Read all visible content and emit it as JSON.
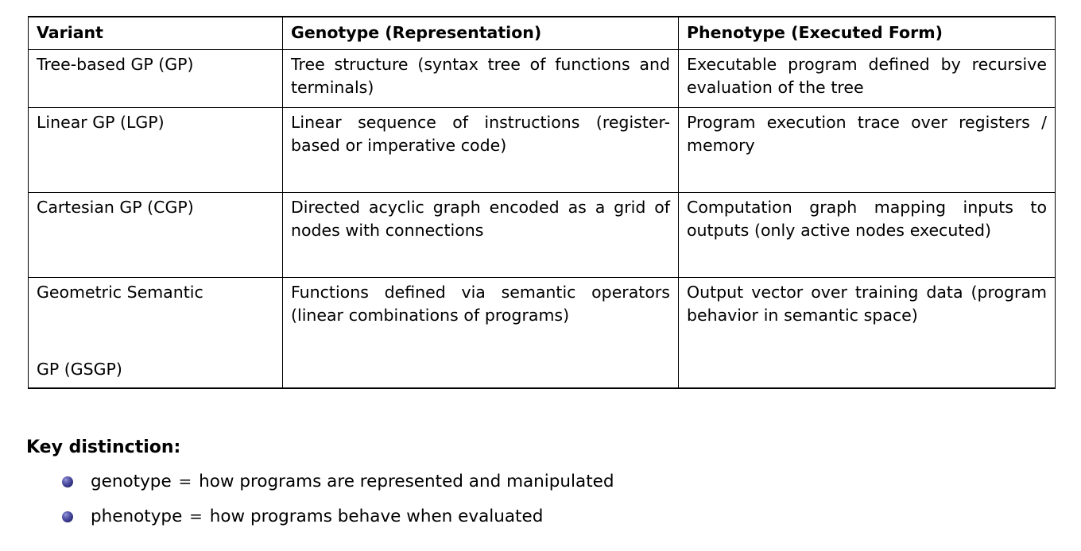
{
  "slide": {
    "background_color": "#ffffff",
    "text_color": "#000000"
  },
  "table": {
    "headers": {
      "variant": "Variant",
      "genotype": "Genotype (Representation)",
      "phenotype": "Phenotype (Executed Form)"
    },
    "rows": [
      {
        "variant": "Tree-based GP (GP)",
        "genotype": "Tree structure (syntax tree of functions and terminals)",
        "phenotype": "Executable program defined by recursive evaluation of the tree"
      },
      {
        "variant": "Linear GP (LGP)",
        "genotype": "Linear sequence of instructions (register-based or imperative code)",
        "phenotype": "Program execution trace over registers / memory"
      },
      {
        "variant": "Cartesian GP (CGP)",
        "genotype": "Directed acyclic graph encoded as a grid of nodes with connections",
        "phenotype": "Computation graph mapping inputs to outputs (only active nodes executed)"
      },
      {
        "variant_line1": "Geometric Semantic",
        "variant_line2": "GP (GSGP)",
        "genotype": "Functions defined via semantic operators (linear combinations of programs)",
        "phenotype": "Output vector over training data (program behavior in semantic space)"
      }
    ]
  },
  "key_distinction": {
    "heading": "Key distinction:",
    "bullet_color": "#3f3f93",
    "items": [
      {
        "term": "genotype",
        "equals": "=",
        "definition": "how programs are represented and manipulated",
        "bullet_icon": "ball-bullet-icon"
      },
      {
        "term": "phenotype",
        "equals": "=",
        "definition": "how programs behave when evaluated",
        "bullet_icon": "ball-bullet-icon"
      }
    ]
  }
}
